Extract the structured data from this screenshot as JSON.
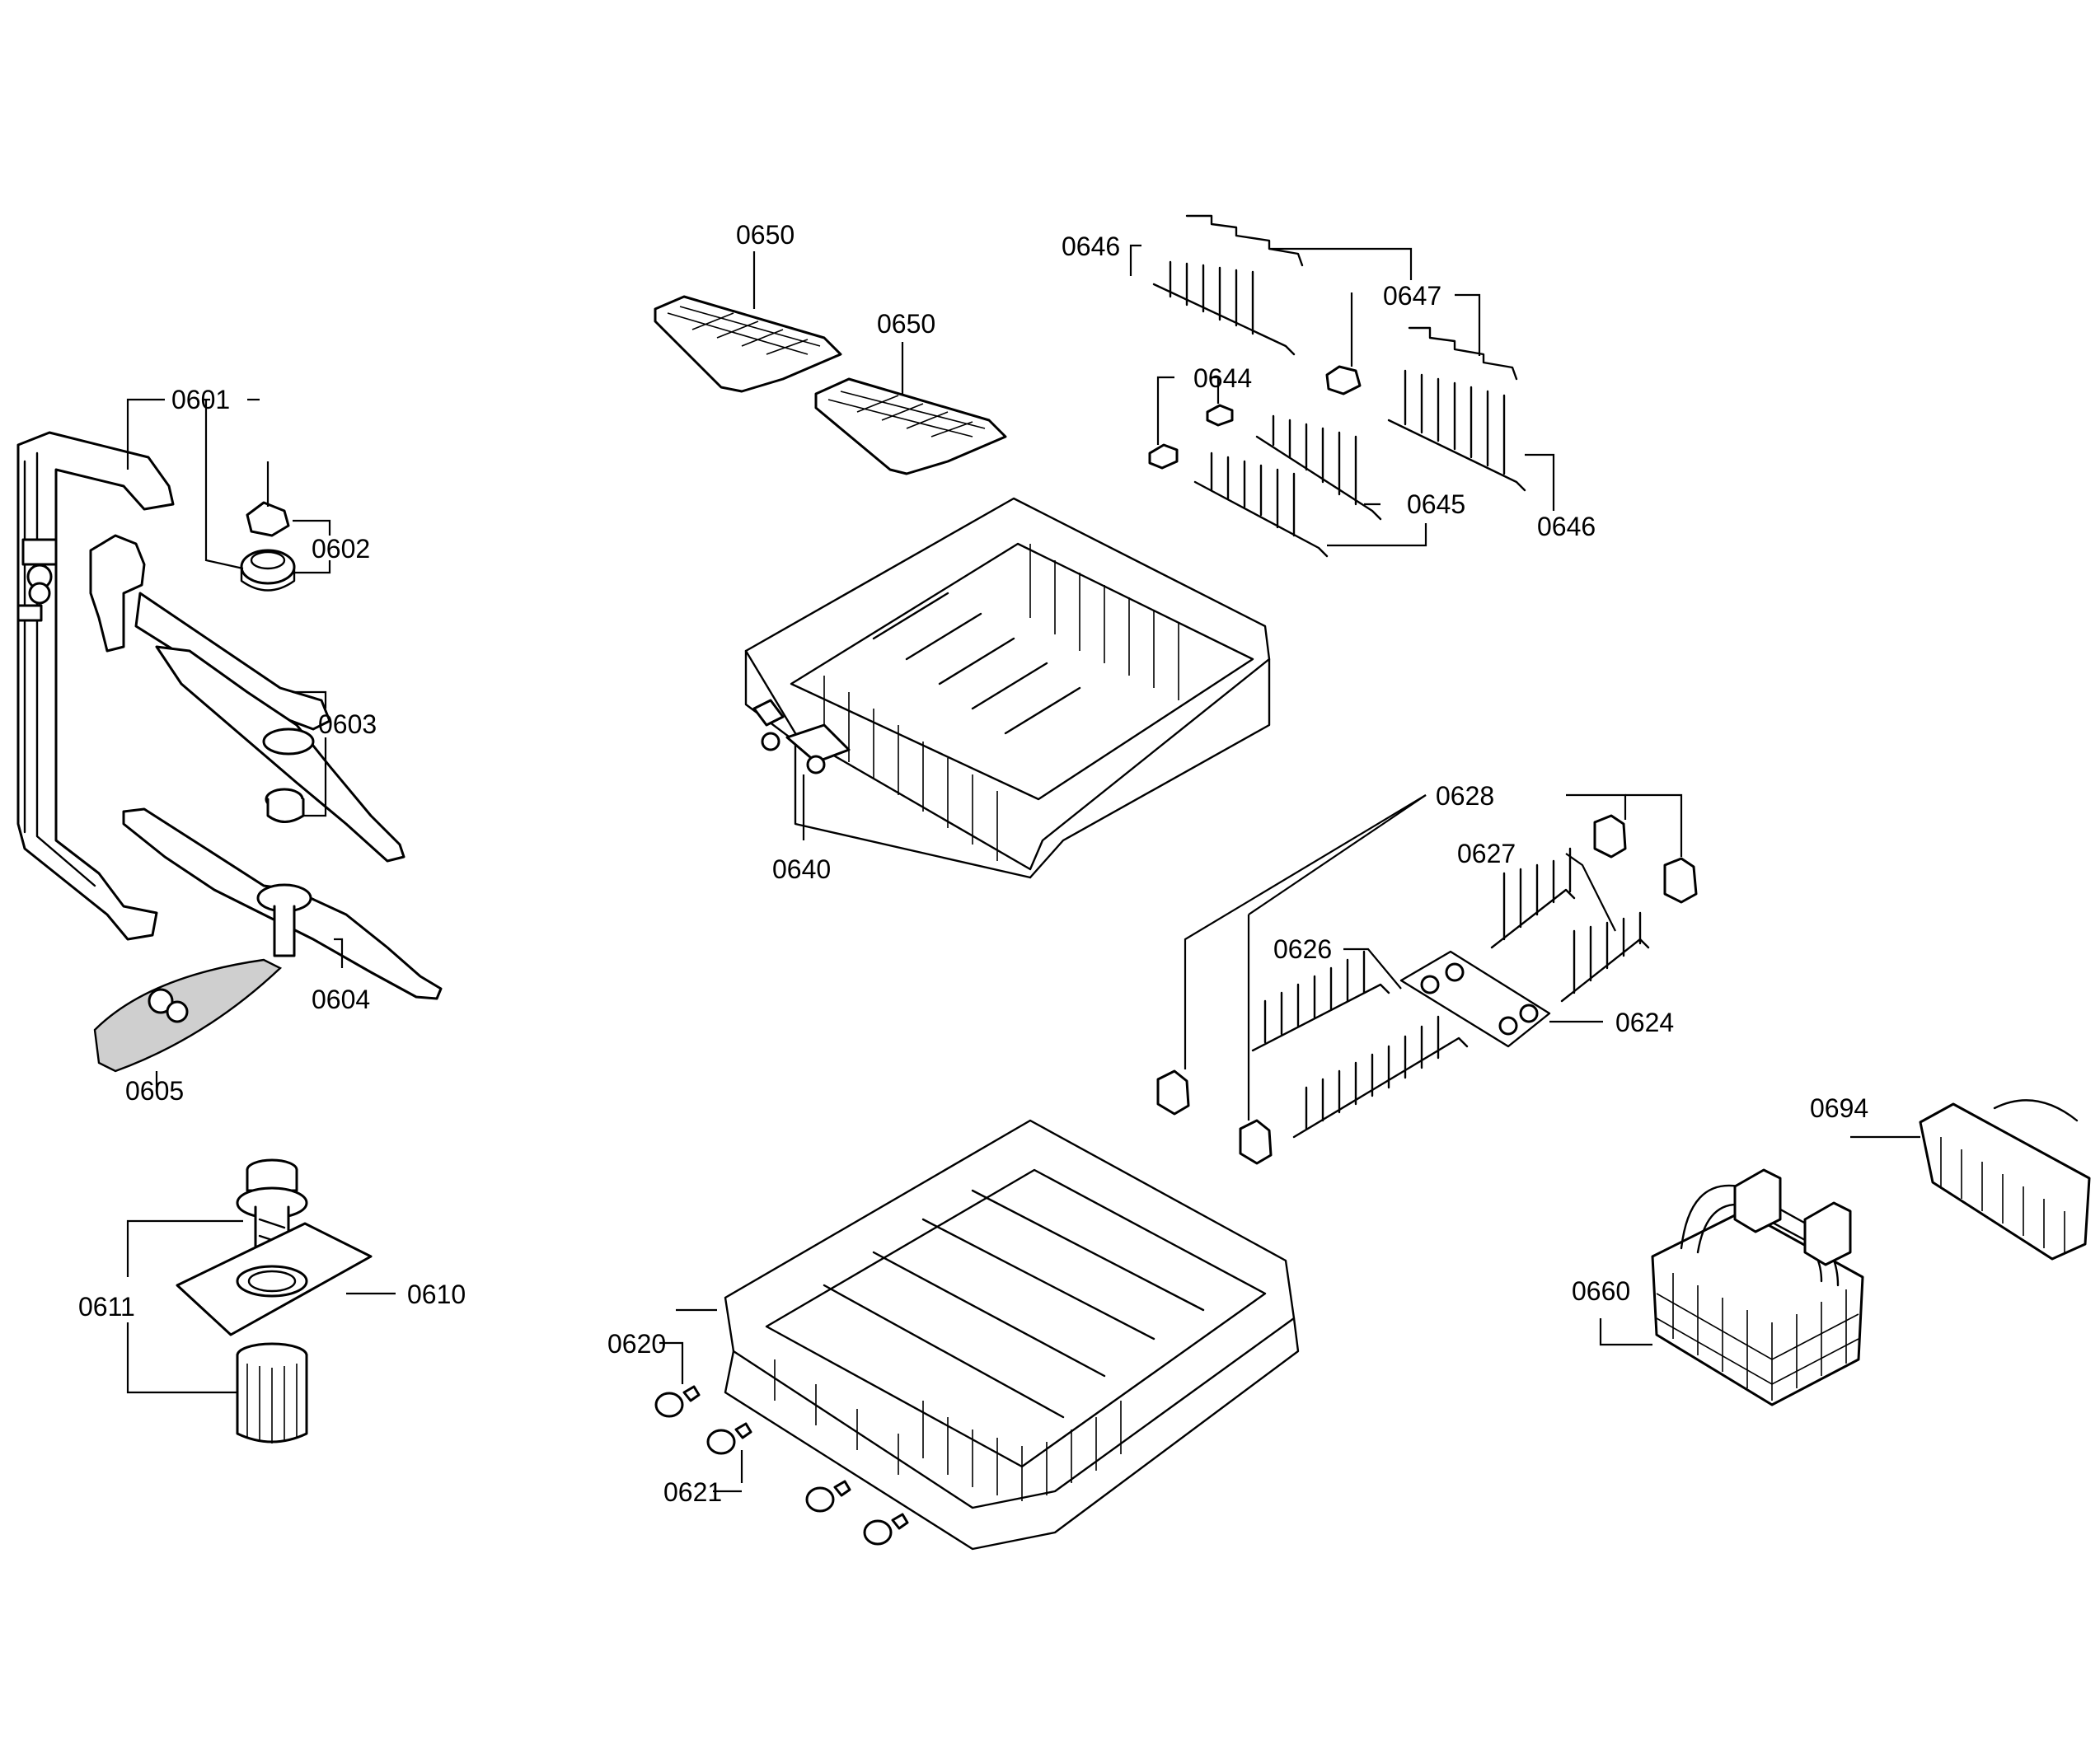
{
  "labels": {
    "p0601": "0601",
    "p0602": "0602",
    "p0603": "0603",
    "p0604": "0604",
    "p0605": "0605",
    "p0610": "0610",
    "p0611": "0611",
    "p0620": "0620",
    "p0621": "0621",
    "p0624": "0624",
    "p0626": "0626",
    "p0627": "0627",
    "p0628": "0628",
    "p0640": "0640",
    "p0644": "0644",
    "p0645": "0645",
    "p0646a": "0646",
    "p0646b": "0646",
    "p0647": "0647",
    "p0650a": "0650",
    "p0650b": "0650",
    "p0660": "0660",
    "p0694": "0694"
  }
}
